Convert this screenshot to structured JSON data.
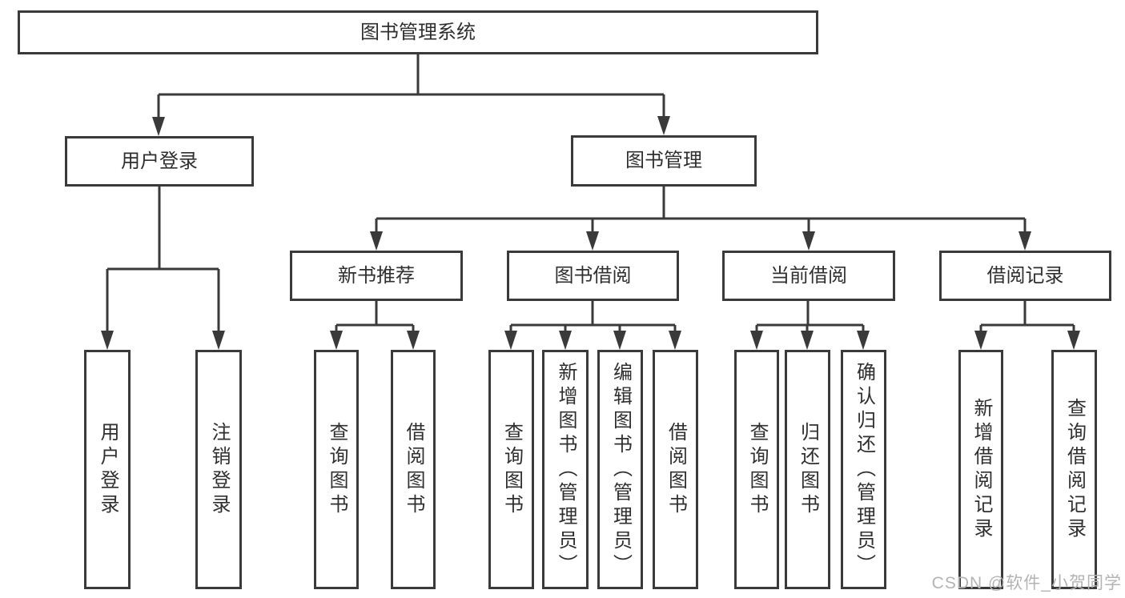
{
  "diagram_title": "图书管理系统",
  "colors": {
    "line": "#3a3a3a",
    "text": "#2f2f2f",
    "box_background": "#ffffff",
    "page_background": "#ffffff",
    "watermark": "#b3b3b3"
  },
  "watermark": {
    "text": "CSDN @软件_小贺同学"
  },
  "nodes": {
    "root": {
      "label": "图书管理系统"
    },
    "user_login": {
      "label": "用户登录"
    },
    "book_mgmt": {
      "label": "图书管理"
    },
    "new_book_rec": {
      "label": "新书推荐"
    },
    "book_borrowing": {
      "label": "图书借阅"
    },
    "current_borrowing": {
      "label": "当前借阅"
    },
    "borrowing_records": {
      "label": "借阅记录"
    },
    "leaf_user_login": {
      "label": "用户登录"
    },
    "leaf_logout": {
      "label": "注销登录"
    },
    "leaf_query_books_rec": {
      "label": "查询图书"
    },
    "leaf_borrow_books_rec": {
      "label": "借阅图书"
    },
    "leaf_query_books_borrow": {
      "label": "查询图书"
    },
    "leaf_add_books_admin": {
      "label": "新增图书（管理员）"
    },
    "leaf_edit_books_admin": {
      "label": "编辑图书（管理员）"
    },
    "leaf_borrow_books_borrow": {
      "label": "借阅图书"
    },
    "leaf_query_books_current": {
      "label": "查询图书"
    },
    "leaf_return_books": {
      "label": "归还图书"
    },
    "leaf_confirm_return_admin": {
      "label": "确认归还（管理员）"
    },
    "leaf_add_borrow_record": {
      "label": "新增借阅记录"
    },
    "leaf_query_borrow_record": {
      "label": "查询借阅记录"
    }
  },
  "structure": {
    "图书管理系统": {
      "用户登录": [
        "用户登录",
        "注销登录"
      ],
      "图书管理": {
        "新书推荐": [
          "查询图书",
          "借阅图书"
        ],
        "图书借阅": [
          "查询图书",
          "新增图书（管理员）",
          "编辑图书（管理员）",
          "借阅图书"
        ],
        "当前借阅": [
          "查询图书",
          "归还图书",
          "确认归还（管理员）"
        ],
        "借阅记录": [
          "新增借阅记录",
          "查询借阅记录"
        ]
      }
    }
  }
}
